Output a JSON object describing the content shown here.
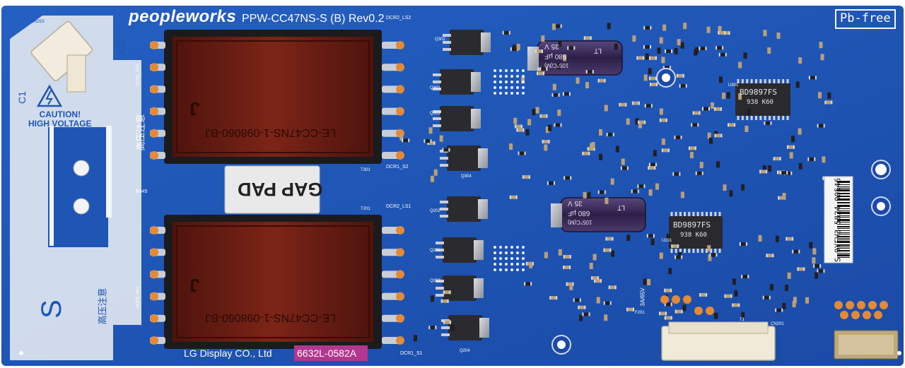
{
  "brand": "peopleworks",
  "model": "PPW-CC47NS-S (B) Rev0.2",
  "pb_free": "Pb-free",
  "hv_warning": "CAUTION!\nHIGH VOLTAGE",
  "gap_pad": "GAP PAD",
  "manufacturer": "LG Display CO., Ltd",
  "part_number": "6632L-0582A",
  "serial": "S 9YFV3 5824 00546",
  "cjk_warning": "高压注意",
  "silkscreen": {
    "c1": "C1",
    "c2": "C2",
    "s": "S",
    "t301": "T301",
    "t201": "T201",
    "t1": "T1",
    "dcr2_ls2": "DCR2_LS2",
    "dcr1_s2": "DCR1_S2",
    "dcr2_ls1": "DCR2_LS1",
    "dcr1_s1": "DCR1_S1",
    "dcr2_hs2": "DCR2_HS2",
    "dcr2_hs1": "DCR2_HS1",
    "q301": "Q301",
    "q302": "Q302",
    "q303": "Q303",
    "q304": "Q304",
    "q201": "Q201",
    "q202": "Q202",
    "q203": "Q203",
    "q204": "Q204",
    "u301": "U301",
    "u201": "U201",
    "cn201": "CN201",
    "cn253": "CN253",
    "f201": "F201",
    "fuse": "3A/65V",
    "date_code": "B945"
  },
  "transformers": {
    "marking": "LE-CC47NS-1-098060-BJ",
    "logo": "J"
  },
  "capacitors": {
    "voltage": "35 V",
    "capacitance": "680 µF",
    "temp": "105°C(M)",
    "series": "LT"
  },
  "ics": {
    "marking": "BD9897FS",
    "lot": "938 K60"
  },
  "colors": {
    "board": "#1f55b4",
    "board_dark": "#17449a",
    "silk": "#f3f6fb",
    "pad": "#e08a3a",
    "transformer": "#6b1d14",
    "ic": "#2a2a2e",
    "cap": "#3b2b5a",
    "part_label_bg": "#b4378f"
  }
}
